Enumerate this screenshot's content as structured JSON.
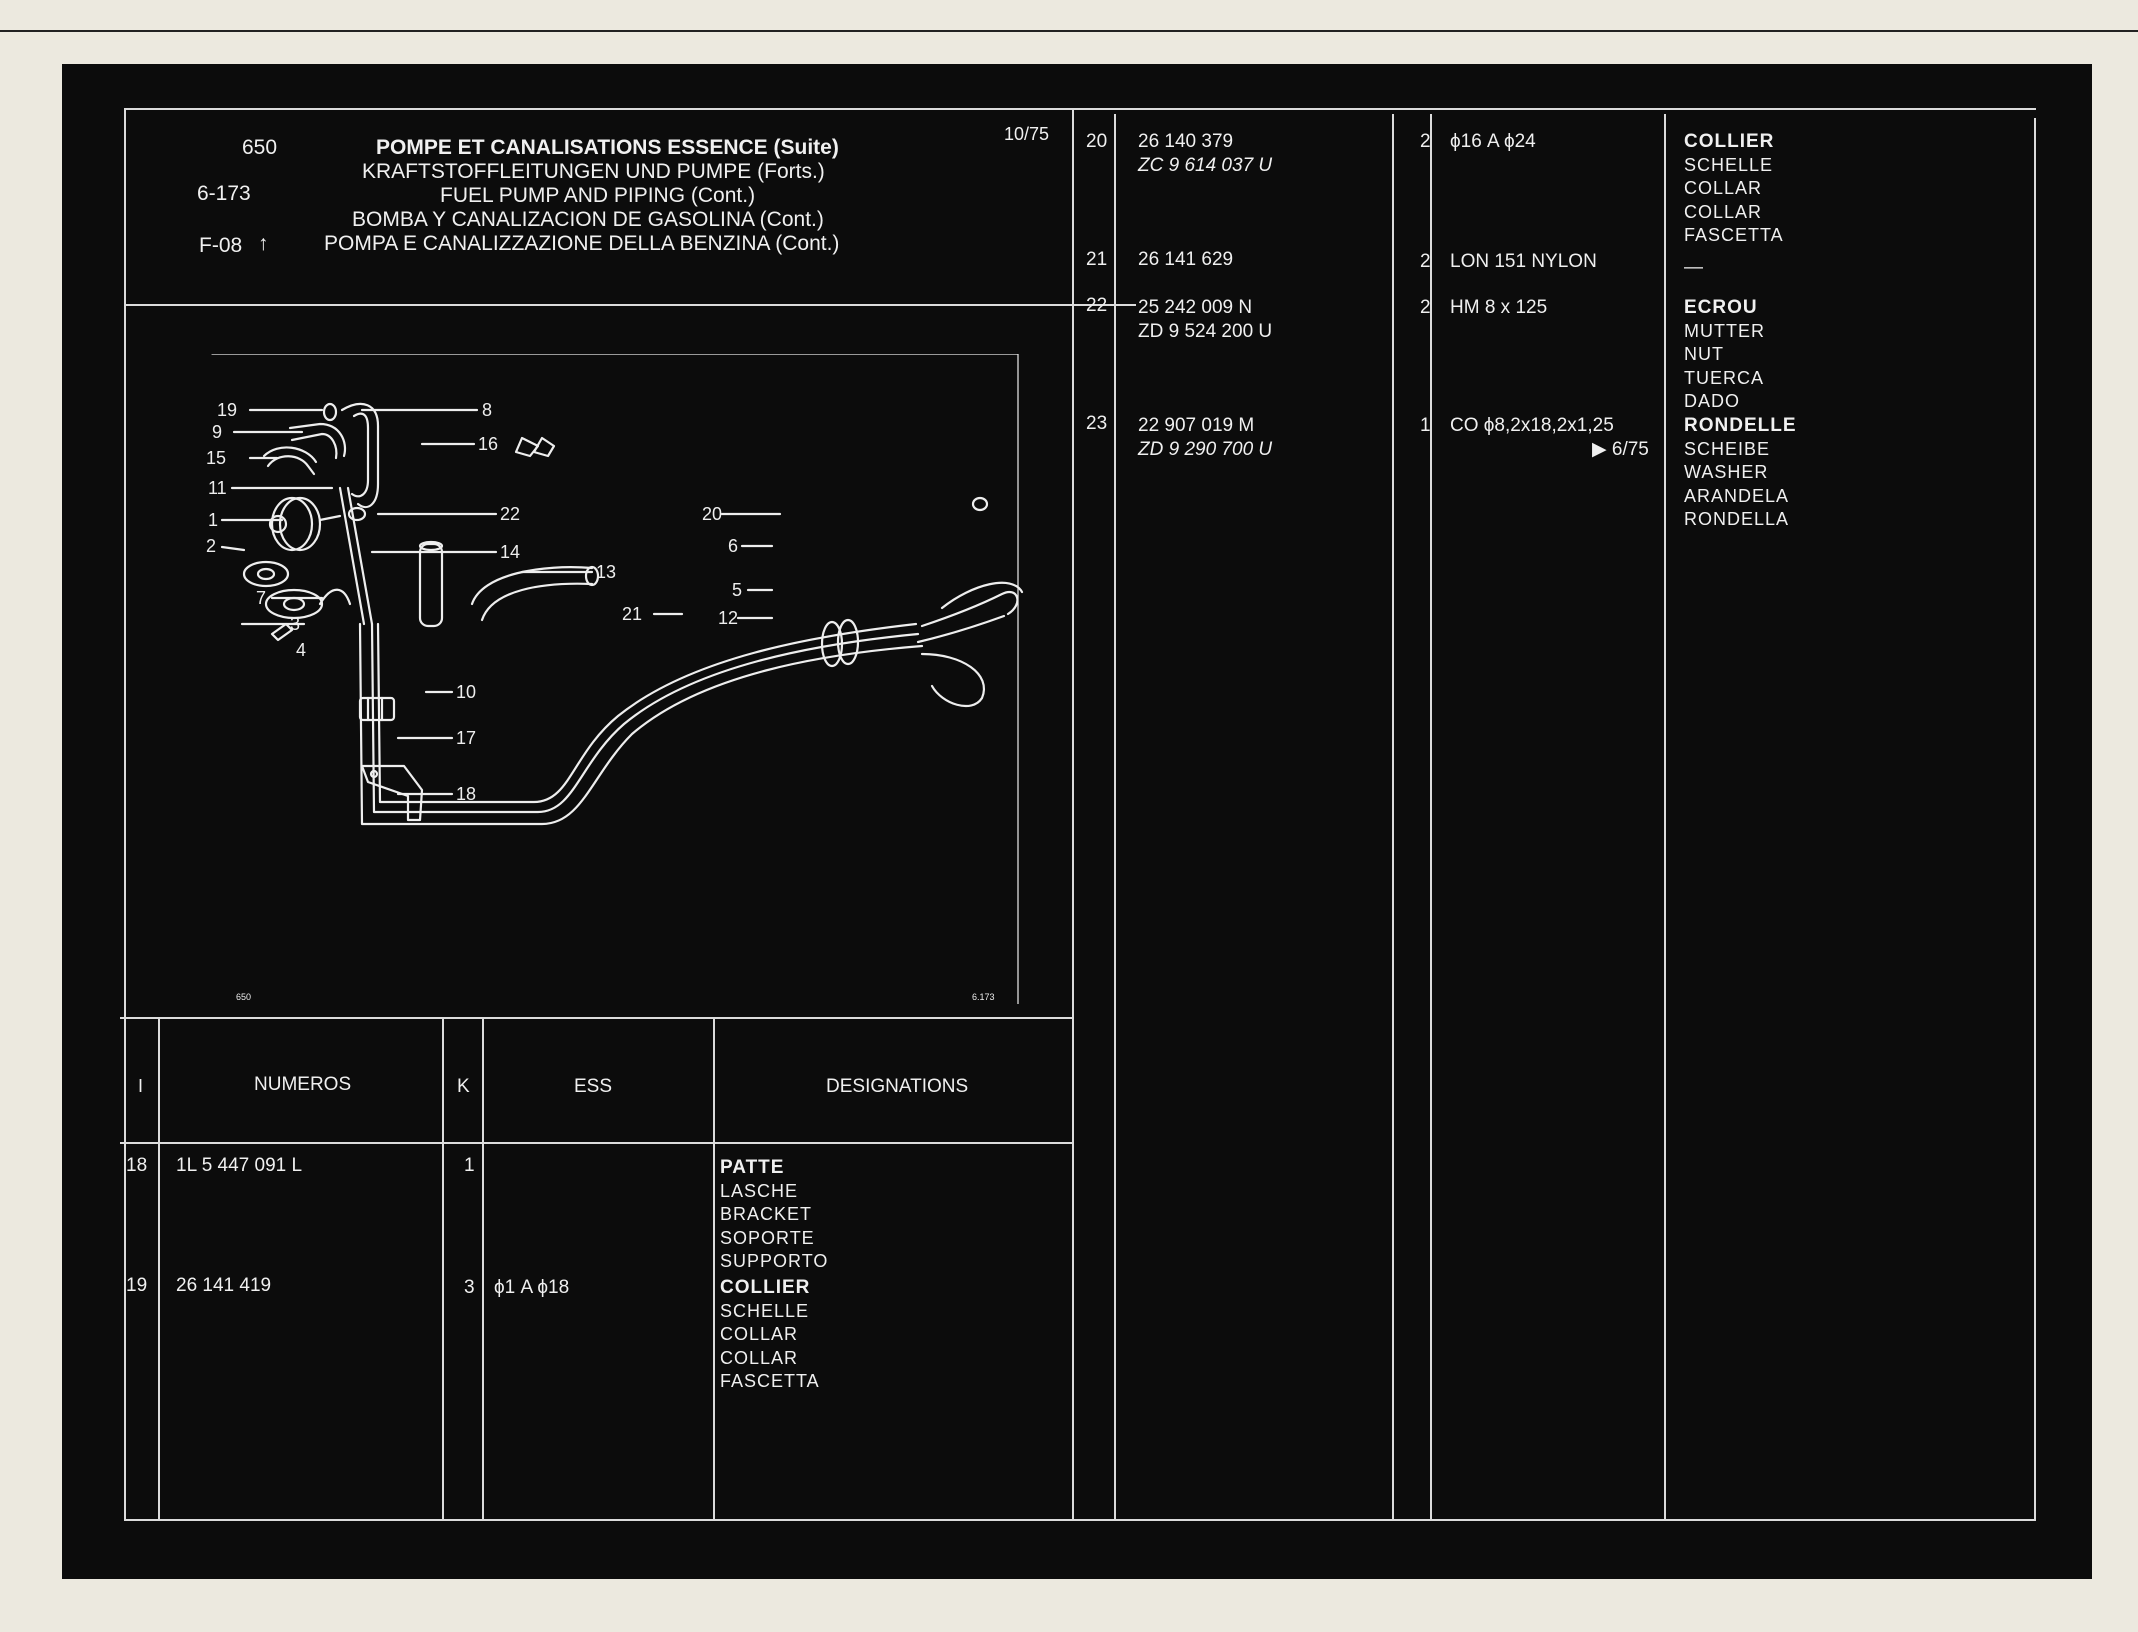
{
  "header": {
    "section": "650",
    "plate": "6-173",
    "group": "F-08",
    "group_arrow": "↑",
    "date": "10/75",
    "titles": [
      "POMPE ET CANALISATIONS ESSENCE (Suite)",
      "KRAFTSTOFFLEITUNGEN UND PUMPE (Forts.)",
      "FUEL PUMP AND PIPING (Cont.)",
      "BOMBA Y CANALIZACION DE GASOLINA  (Cont.)",
      "POMPA E CANALIZZAZIONE DELLA BENZINA (Cont.)"
    ]
  },
  "diagram": {
    "corner_left": "650",
    "corner_right": "6.173",
    "callouts": [
      "19",
      "9",
      "15",
      "11",
      "1",
      "2",
      "7",
      "3",
      "4",
      "8",
      "16",
      "22",
      "14",
      "13",
      "20",
      "6",
      "5",
      "12",
      "21",
      "10",
      "17",
      "18"
    ]
  },
  "table_headers": {
    "index": "I",
    "numbers": "NUMEROS",
    "qty": "K",
    "ess": "ESS",
    "designations": "DESIGNATIONS"
  },
  "left_rows": [
    {
      "index": "18",
      "numbers": [
        "1L  5  447  091  L"
      ],
      "qty": "1",
      "ess": "",
      "designations": [
        "PATTE",
        "LASCHE",
        "BRACKET",
        "SOPORTE",
        "SUPPORTO"
      ]
    },
    {
      "index": "19",
      "numbers": [
        "26  141  419"
      ],
      "qty": "3",
      "ess": "ϕ1  A  ϕ18",
      "designations": [
        "COLLIER",
        "SCHELLE",
        "COLLAR",
        "COLLAR",
        "FASCETTA"
      ]
    }
  ],
  "right_rows": [
    {
      "index": "20",
      "numbers": [
        "26  140  379",
        "ZC  9  614  037  U"
      ],
      "qty": "2",
      "ess": "ϕ16 A ϕ24",
      "ess_note": "",
      "designations": [
        "COLLIER",
        "SCHELLE",
        "COLLAR",
        "COLLAR",
        "FASCETTA"
      ]
    },
    {
      "index": "21",
      "numbers": [
        "26  141  629"
      ],
      "qty": "2",
      "ess": "LON 151 NYLON",
      "ess_note": "",
      "designations": [
        "—"
      ]
    },
    {
      "index": "22",
      "numbers": [
        "25  242  009  N",
        "ZD  9  524  200  U"
      ],
      "qty": "2",
      "ess": "HM 8 x 125",
      "ess_note": "",
      "designations": [
        "ECROU",
        "MUTTER",
        "NUT",
        "TUERCA",
        "DADO"
      ]
    },
    {
      "index": "23",
      "numbers": [
        "22  907  019  M",
        "ZD  9  290  700  U"
      ],
      "qty": "1",
      "ess": "CO ϕ8,2x18,2x1,25",
      "ess_note": "▶ 6/75",
      "designations": [
        "RONDELLE",
        "SCHEIBE",
        "WASHER",
        "ARANDELA",
        "RONDELLA"
      ]
    }
  ]
}
